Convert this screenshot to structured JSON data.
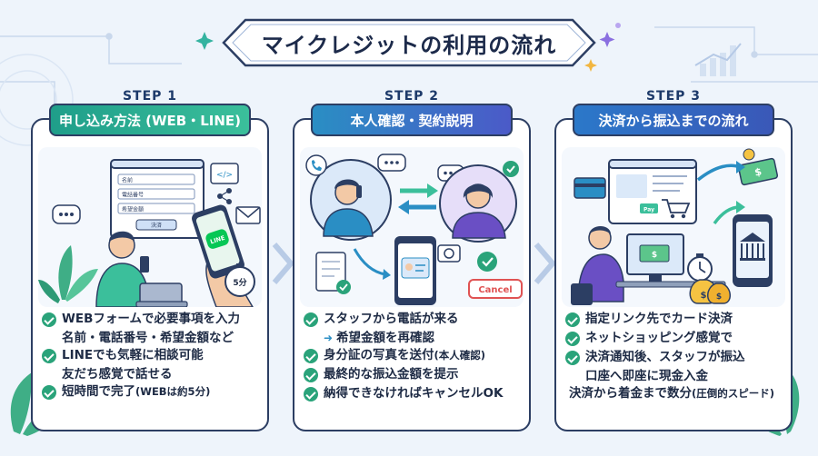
{
  "title": "マイクレジットの利用の流れ",
  "colors": {
    "navy": "#2c3e63",
    "teal": "#1f9e8a",
    "blue": "#2a8ec4",
    "check": "#2aa37a",
    "bg": "#eef4fb"
  },
  "steps": [
    {
      "label": "STEP 1",
      "heading": "申し込み方法 (WEB・LINE)",
      "form_fields": [
        "名前",
        "電話番号",
        "希望金額"
      ],
      "form_button": "決済",
      "line_badge": "LINE",
      "timer_text": "5分",
      "bullets": [
        {
          "check": true,
          "text": "WEBフォームで必要事項を入力"
        },
        {
          "check": false,
          "text": "名前・電話番号・希望金額など"
        },
        {
          "check": true,
          "text": "LINEでも気軽に相談可能"
        },
        {
          "check": false,
          "text": "友だち感覚で話せる"
        },
        {
          "check": true,
          "text": "短時間で完了",
          "small": "(WEBは約5分)"
        }
      ]
    },
    {
      "label": "STEP 2",
      "heading": "本人確認・契約説明",
      "cancel_badge": "Cancel",
      "bullets": [
        {
          "check": true,
          "text": "スタッフから電話が来る"
        },
        {
          "arrow": "➜",
          "text": "希望金額を再確認"
        },
        {
          "check": true,
          "text": "身分証の写真を送付",
          "small": "(本人確認)"
        },
        {
          "check": true,
          "text": "最終的な振込金額を提示"
        },
        {
          "check": true,
          "text": "納得できなければキャンセルOK"
        }
      ]
    },
    {
      "label": "STEP 3",
      "heading": "決済から振込までの流れ",
      "pay_button": "Pay",
      "bullets": [
        {
          "check": true,
          "text": "指定リンク先でカード決済"
        },
        {
          "check": true,
          "text": "ネットショッピング感覚で"
        },
        {
          "check": true,
          "text": "決済通知後、スタッフが振込"
        },
        {
          "check": false,
          "text": "口座へ即座に現金入金"
        },
        {
          "plain": true,
          "text": "決済から着金まで数分",
          "small": "(圧倒的スピード)"
        }
      ]
    }
  ]
}
